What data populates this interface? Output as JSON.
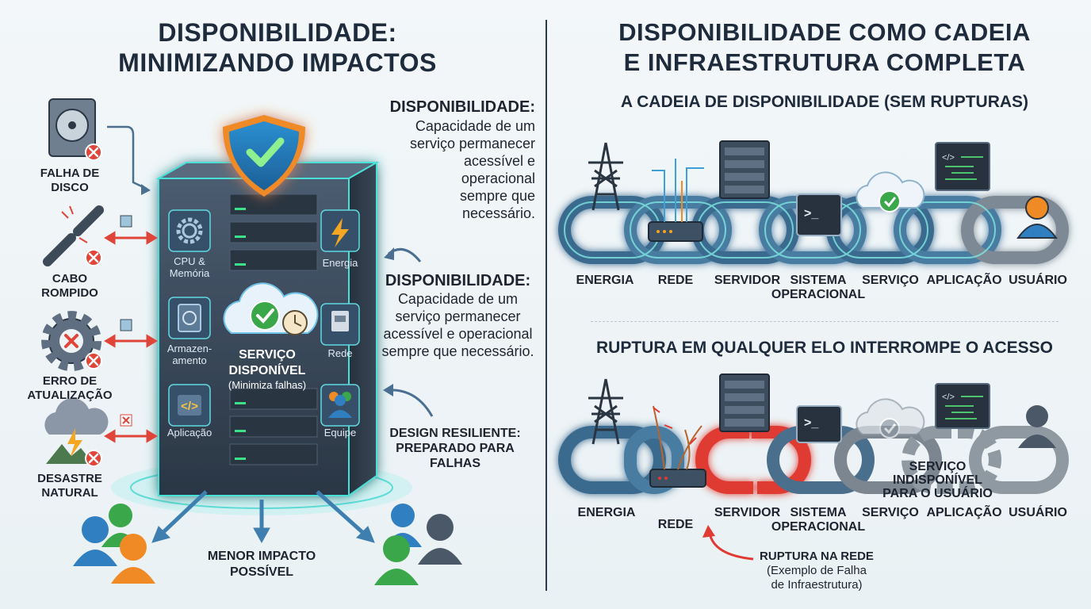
{
  "left": {
    "title_line1": "DISPONIBILIDADE:",
    "title_line2": "MINIMIZANDO IMPACTOS",
    "threats": [
      {
        "icon": "hard-disk-icon",
        "line1": "FALHA DE",
        "line2": "DISCO"
      },
      {
        "icon": "broken-cable-icon",
        "line1": "CABO",
        "line2": "ROMPIDO"
      },
      {
        "icon": "gear-error-icon",
        "line1": "ERRO DE",
        "line2": "ATUALIZAÇÃO"
      },
      {
        "icon": "storm-icon",
        "line1": "DESASTRE",
        "line2": "NATURAL"
      }
    ],
    "server": {
      "modules_left": [
        {
          "icon": "gear-icon",
          "line1": "CPU &",
          "line2": "Memória"
        },
        {
          "icon": "hard-disk-icon",
          "line1": "Armazen-",
          "line2": "amento"
        },
        {
          "icon": "code-icon",
          "line1": "Aplicação",
          "line2": ""
        }
      ],
      "modules_right": [
        {
          "icon": "lightning-icon",
          "label": "Energia"
        },
        {
          "icon": "ethernet-icon",
          "label": "Rede"
        },
        {
          "icon": "team-icon",
          "label": "Equipe"
        }
      ],
      "center_line1": "SERVIÇO",
      "center_line2": "DISPONÍVEL",
      "center_line3": "(Minimiza falhas)"
    },
    "definition1": {
      "heading": "DISPONIBILIDADE:",
      "lines": [
        "Capacidade de um",
        "serviço permanecer",
        "acessível e",
        "operacional",
        "sempre que",
        "necessário."
      ]
    },
    "definition2": {
      "heading": "DISPONIBILIDADE:",
      "lines": [
        "Capacidade de um",
        "serviço permanecer",
        "acessível e operacional",
        "sempre que necessário."
      ]
    },
    "design": {
      "line1": "DESIGN RESILIENTE:",
      "line2": "PREPARADO PARA",
      "line3": "FALHAS"
    },
    "impact": {
      "line1": "MENOR IMPACTO",
      "line2": "POSSÍVEL"
    }
  },
  "right": {
    "title_line1": "DISPONIBILIDADE COMO CADEIA",
    "title_line2": "E INFRAESTRUTURA COMPLETA",
    "chain1": {
      "heading": "A CADEIA DE DISPONIBILIDADE (SEM RUPTURAS)",
      "labels": [
        "ENERGIA",
        "REDE",
        "SERVIDOR",
        "SISTEMA",
        "OPERACIONAL",
        "SERVIÇO",
        "APLICAÇÃO",
        "USUÁRIO"
      ]
    },
    "chain2": {
      "heading": "RUPTURA EM QUALQUER ELO INTERROMPE O ACESSO",
      "labels": [
        "ENERGIA",
        "REDE",
        "SERVIDOR",
        "SISTEMA",
        "OPERACIONAL",
        "SERVIÇO",
        "APLICAÇÃO",
        "USUÁRIO"
      ],
      "unavailable": [
        "SERVIÇO",
        "INDISPONÍVEL",
        "PARA O USUÁRIO"
      ],
      "rupture": [
        "RUPTURA NA REDE",
        "(Exemplo de Falha",
        "de Infraestrutura)"
      ]
    }
  },
  "colors": {
    "navy": "#1d2b3c",
    "teal_glow": "#37d6d0",
    "chain_blue": "#3f6f93",
    "error_red": "#e0453a",
    "check_green": "#3aa74a",
    "shield_orange": "#f08a25"
  }
}
